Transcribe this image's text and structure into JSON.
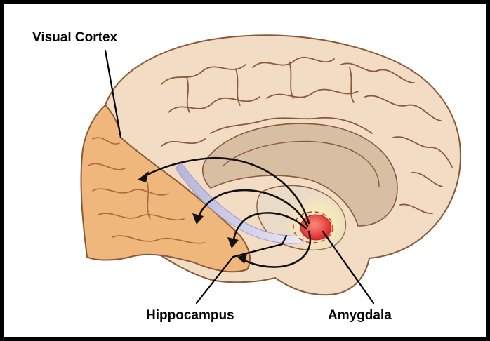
{
  "labels": {
    "visual_cortex": "Visual Cortex",
    "hippocampus": "Hippocampus",
    "amygdala": "Amygdala"
  },
  "colors": {
    "frame": "#000000",
    "cortex": "#f2dcc3",
    "gyrus_line": "#8a5a3a",
    "visual_cortex_region": "#efb77c",
    "amygdala": "#e8403e",
    "hippocampus": "#c9c9ef",
    "arrow": "#111111"
  }
}
